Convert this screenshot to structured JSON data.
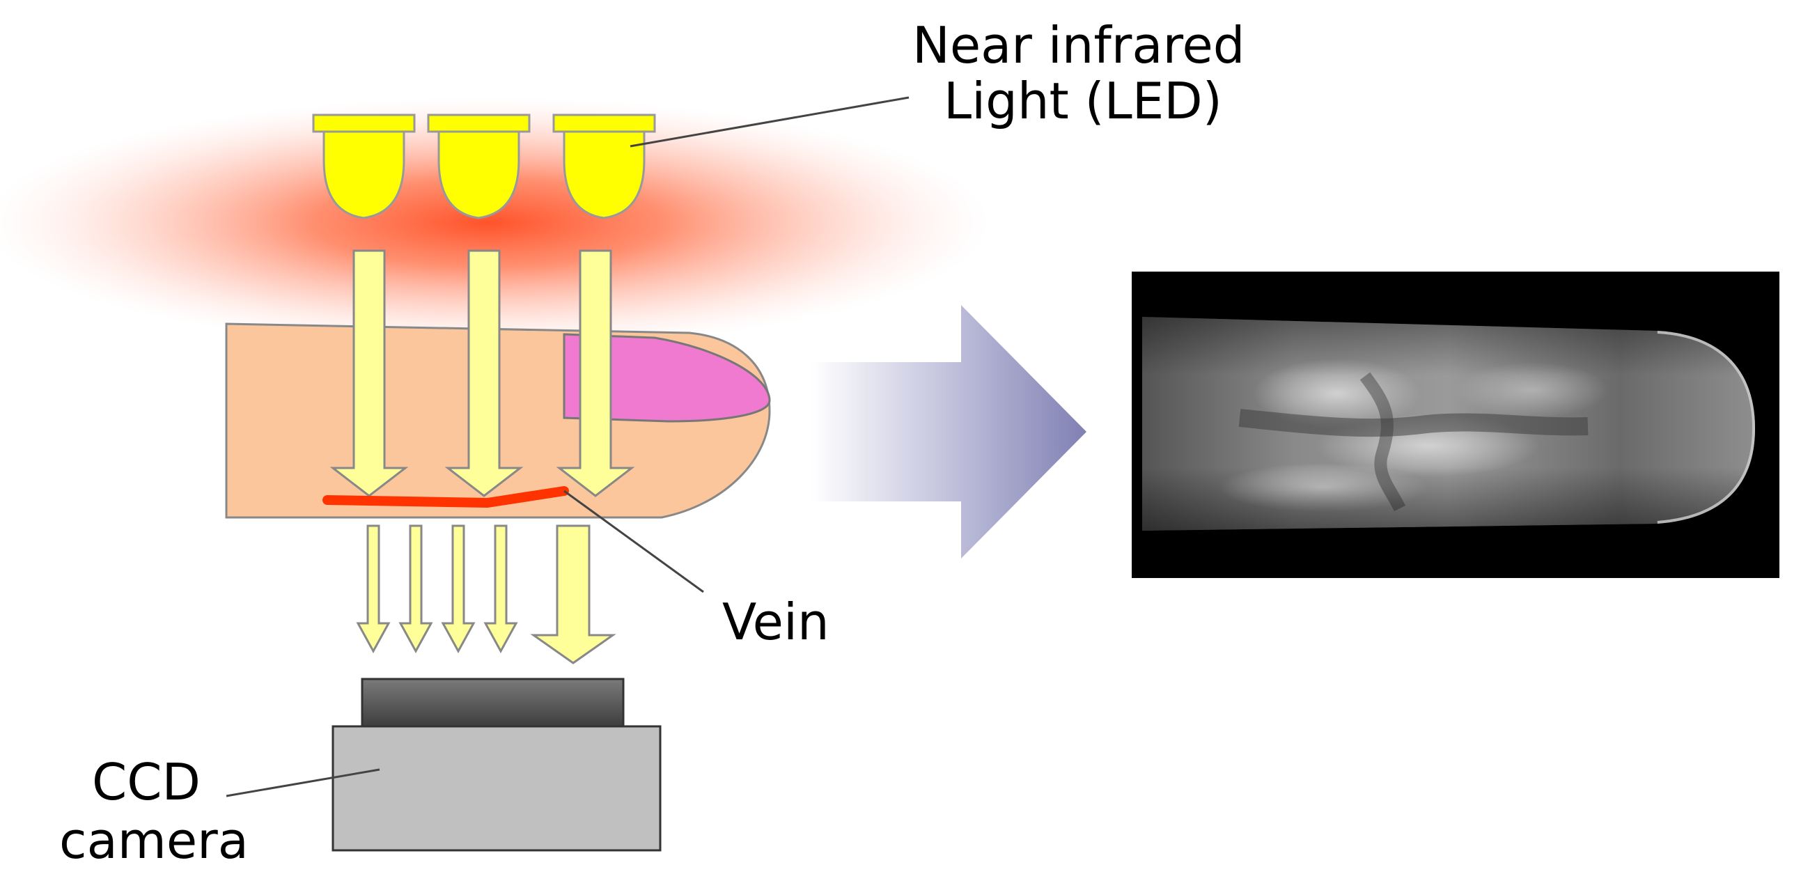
{
  "labels": {
    "led_line1": "Near infrared",
    "led_line2": "Light (LED)",
    "vein": "Vein",
    "camera_line1": "CCD",
    "camera_line2": "camera"
  },
  "colors": {
    "led_fill": "#ffff00",
    "arrow_fill": "#ffff99",
    "finger_skin": "#fbc69b",
    "fingernail": "#f07ad0",
    "vein": "#ff3300",
    "glow": "#ff4a1f",
    "big_arrow": "#8888bb",
    "camera_lens": "#555555",
    "camera_body": "#c0c0c0"
  },
  "icons": {
    "led": "led-bulb-icon",
    "camera": "ccd-camera-icon"
  }
}
